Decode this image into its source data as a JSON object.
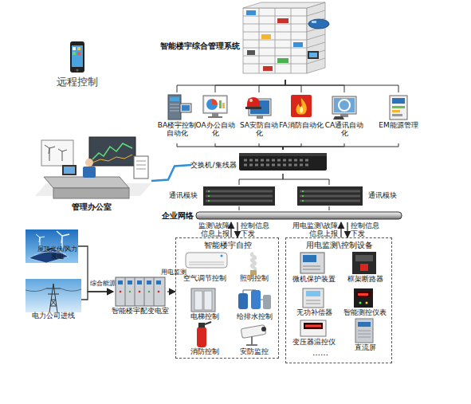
{
  "diagram": {
    "nodes": [
      {
        "text": [
          "远程控制"
        ]
      },
      {
        "text": [
          "智能楼宇综合管理系统"
        ]
      },
      {
        "text": [
          "BA楼宇控制自动化"
        ]
      },
      {
        "text": [
          "OA办公自动化"
        ]
      },
      {
        "text": [
          "SA安防自动化"
        ]
      },
      {
        "text": [
          "FA消防自动化"
        ]
      },
      {
        "text": [
          "CA通讯自动化"
        ]
      },
      {
        "text": [
          "EM能源管理"
        ]
      },
      {
        "text": [
          "管理办公室"
        ]
      },
      {
        "text": [
          "交换机/集线器"
        ]
      },
      {
        "text": [
          "通讯模块"
        ]
      },
      {
        "text": [
          "通讯模块"
        ]
      },
      {
        "text": [
          "企业网络"
        ]
      },
      {
        "text": [
          "智能楼宇自控"
        ]
      },
      {
        "text": [
          "空气调节控制"
        ],
        "in": 13
      },
      {
        "text": [
          "照明控制"
        ],
        "in": 13
      },
      {
        "text": [
          "电梯控制"
        ],
        "in": 13
      },
      {
        "text": [
          "给排水控制"
        ],
        "in": 13
      },
      {
        "text": [
          "消防控制"
        ],
        "in": 13
      },
      {
        "text": [
          "安防监控"
        ],
        "in": 13
      },
      {
        "text": [
          "用电监测\\控制设备"
        ]
      },
      {
        "text": [
          "微机保护装置"
        ],
        "in": 20
      },
      {
        "text": [
          "框架断路器"
        ],
        "in": 20
      },
      {
        "text": [
          "无功补偿器"
        ],
        "in": 20
      },
      {
        "text": [
          "智能测控仪表"
        ],
        "in": 20
      },
      {
        "text": [
          "变压器温控仪"
        ],
        "in": 20
      },
      {
        "text": [
          "直流屏"
        ],
        "in": 20
      },
      {
        "text": [
          "屋顶光伏/风力发电"
        ]
      },
      {
        "text": [
          "电力公司进线"
        ]
      },
      {
        "text": [
          "智能楼宇配变电室"
        ]
      }
    ],
    "edges": [
      {
        "from": 1,
        "to": 2,
        "arrow": "none"
      },
      {
        "from": 1,
        "to": 3,
        "arrow": "none"
      },
      {
        "from": 1,
        "to": 4,
        "arrow": "none"
      },
      {
        "from": 1,
        "to": 5,
        "arrow": "none"
      },
      {
        "from": 1,
        "to": 6,
        "arrow": "none"
      },
      {
        "from": 1,
        "to": 7,
        "arrow": "none"
      },
      {
        "from": 2,
        "to": 9,
        "arrow": "none"
      },
      {
        "from": 3,
        "to": 9,
        "arrow": "none"
      },
      {
        "from": 4,
        "to": 9,
        "arrow": "none"
      },
      {
        "from": 5,
        "to": 9,
        "arrow": "none"
      },
      {
        "from": 6,
        "to": 9,
        "arrow": "none"
      },
      {
        "from": 7,
        "to": 9,
        "arrow": "none"
      },
      {
        "from": 8,
        "to": 9,
        "arrow": "none"
      },
      {
        "from": 9,
        "to": 10,
        "arrow": "none"
      },
      {
        "from": 9,
        "to": 11,
        "arrow": "none"
      },
      {
        "from": 10,
        "to": 12,
        "arrow": "none"
      },
      {
        "from": 11,
        "to": 12,
        "arrow": "none"
      },
      {
        "from": 13,
        "to": 12,
        "label": "监测\\故障信息上报",
        "arrow": "to"
      },
      {
        "from": 12,
        "to": 13,
        "label": "控制信息下发",
        "arrow": "to"
      },
      {
        "from": 20,
        "to": 12,
        "label": "用电监测\\故障信息上报",
        "arrow": "to"
      },
      {
        "from": 12,
        "to": 20,
        "label": "控制信息下发",
        "arrow": "to"
      },
      {
        "from": 27,
        "to": 29,
        "label": "综合能源",
        "arrow": "to"
      },
      {
        "from": 28,
        "to": 29,
        "arrow": "to"
      },
      {
        "from": 29,
        "to": 13,
        "label": "用电监测",
        "arrow": "to"
      }
    ],
    "labels": [
      "……"
    ]
  }
}
